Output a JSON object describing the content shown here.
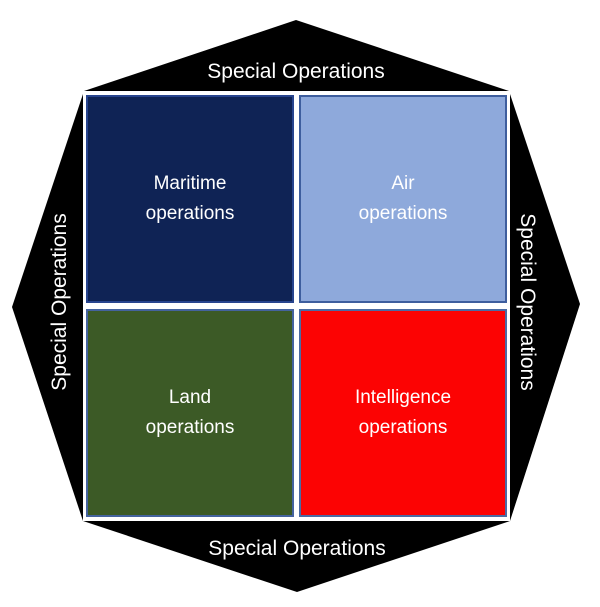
{
  "diagram": {
    "title": "Special Operations domains octagon",
    "band_labels": {
      "top": "Special Operations",
      "right": "Special Operations",
      "bottom": "Special Operations",
      "left": "Special Operations"
    },
    "quadrants": [
      {
        "id": "maritime",
        "label": "Maritime\noperations",
        "fill": "#0F2355",
        "border": "#27448E",
        "text_color": "#FFFFFF"
      },
      {
        "id": "air",
        "label": "Air\noperations",
        "fill": "#8EA9DB",
        "border": "#3E5E9E",
        "text_color": "#FFFFFF"
      },
      {
        "id": "land",
        "label": "Land\noperations",
        "fill": "#3C5A26",
        "border": "#44639E",
        "text_color": "#FFFFFF"
      },
      {
        "id": "intelligence",
        "label": "Intelligence\noperations",
        "fill": "#FC0303",
        "border": "#4A6BA3",
        "text_color": "#FFFFFF"
      }
    ],
    "band_color": "#000000",
    "background_color": "#FFFFFF"
  }
}
